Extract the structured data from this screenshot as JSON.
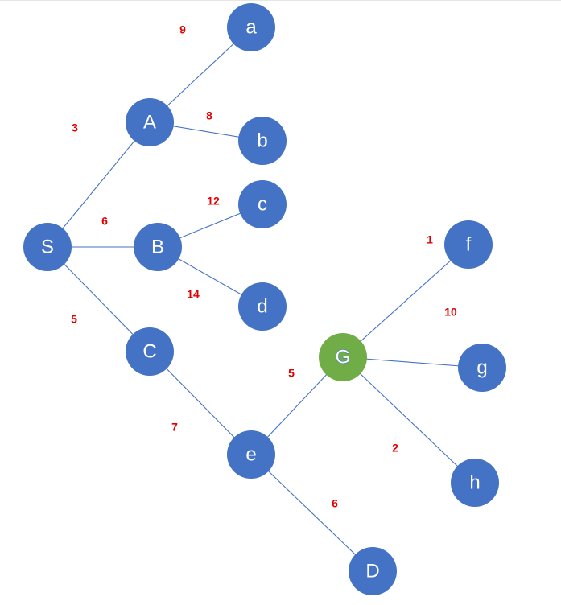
{
  "colors": {
    "node_fill": "#4472C4",
    "goal_fill": "#70AD47",
    "edge_stroke": "#4472C4",
    "weight_text": "#E00000",
    "label_text": "#FFFFFF"
  },
  "nodes": [
    {
      "id": "S",
      "label": "S"
    },
    {
      "id": "A",
      "label": "A"
    },
    {
      "id": "B",
      "label": "B"
    },
    {
      "id": "C",
      "label": "C"
    },
    {
      "id": "a",
      "label": "a"
    },
    {
      "id": "b",
      "label": "b"
    },
    {
      "id": "c",
      "label": "c"
    },
    {
      "id": "d",
      "label": "d"
    },
    {
      "id": "e",
      "label": "e"
    },
    {
      "id": "D",
      "label": "D"
    },
    {
      "id": "G",
      "label": "G",
      "goal": true
    },
    {
      "id": "f",
      "label": "f"
    },
    {
      "id": "g",
      "label": "g"
    },
    {
      "id": "h",
      "label": "h"
    }
  ],
  "edges": [
    {
      "from": "S",
      "to": "A",
      "weight": "3"
    },
    {
      "from": "S",
      "to": "B",
      "weight": "6"
    },
    {
      "from": "S",
      "to": "C",
      "weight": "5"
    },
    {
      "from": "A",
      "to": "a",
      "weight": "9"
    },
    {
      "from": "A",
      "to": "b",
      "weight": "8"
    },
    {
      "from": "B",
      "to": "c",
      "weight": "12"
    },
    {
      "from": "B",
      "to": "d",
      "weight": "14"
    },
    {
      "from": "C",
      "to": "e",
      "weight": "7"
    },
    {
      "from": "e",
      "to": "D",
      "weight": "6"
    },
    {
      "from": "e",
      "to": "G",
      "weight": "5"
    },
    {
      "from": "G",
      "to": "f",
      "weight": "1"
    },
    {
      "from": "G",
      "to": "g",
      "weight": "10"
    },
    {
      "from": "G",
      "to": "h",
      "weight": "2"
    }
  ]
}
